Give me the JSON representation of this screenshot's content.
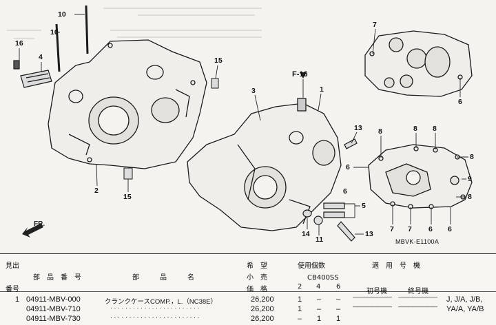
{
  "diagram": {
    "ref_label": "F-16",
    "code": "MBVK-E1100A",
    "callouts": [
      "10",
      "10",
      "16",
      "4",
      "15",
      "2",
      "15",
      "3",
      "1",
      "7",
      "6",
      "13",
      "8",
      "8",
      "8",
      "6",
      "8",
      "9",
      "6",
      "8",
      "5",
      "7",
      "7",
      "6",
      "6",
      "14",
      "11",
      "13"
    ]
  },
  "table": {
    "headers": {
      "mi_de": "見出",
      "bango": "番号",
      "buhin_bango": "部　品　番　号",
      "buhin_mei": "部　　　品　　　名",
      "kibou": "希　望",
      "kouri": "小　売",
      "kakaku": "価　格",
      "shiyou_kosu": "使用個数",
      "model": "CB400SS",
      "col2": "2",
      "col4": "4",
      "col6": "6",
      "tekiyou": "適　用　号　機",
      "shogoki": "初号機",
      "shuugoki": "終号機"
    },
    "rows": [
      {
        "no": "1",
        "part": "04911-MBV-000",
        "name": "クランクケースCOMP.，L.（NC38E）",
        "price": "26,200",
        "q2": "1",
        "q4": "–",
        "q6": "–",
        "first": "————————",
        "last": "————————",
        "types": "J, J/A, J/B,"
      },
      {
        "no": "",
        "part": "04911-MBV-710",
        "name": "· · · · · · · · · · · · · · · · · · · · · · · ·",
        "price": "26,200",
        "q2": "1",
        "q4": "–",
        "q6": "–",
        "first": "————————",
        "last": "————————",
        "types": "YA/A, YA/B"
      },
      {
        "no": "",
        "part": "04911-MBV-730",
        "name": "· · · · · · · · · · · · · · · · · · · · · · · ·",
        "price": "26,200",
        "q2": "–",
        "q4": "1",
        "q6": "1",
        "first": "",
        "last": "",
        "types": ""
      }
    ]
  }
}
